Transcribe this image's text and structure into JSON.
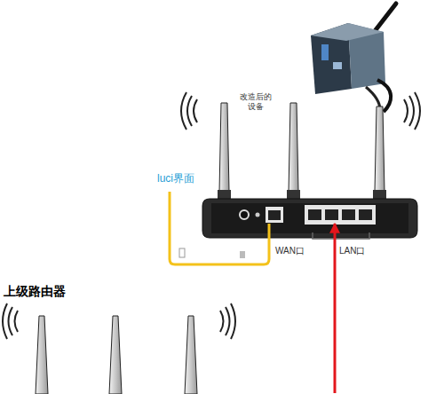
{
  "diagram": {
    "nodes": [
      {
        "text": [
          "改造后的 设备"
        ]
      },
      {
        "text": [
          "上级路由器"
        ]
      }
    ],
    "edges": [
      {
        "from": 1,
        "to": 0,
        "arrow": "to"
      }
    ],
    "labels": [
      "luci界面",
      "WAN口",
      "LAN口"
    ]
  }
}
